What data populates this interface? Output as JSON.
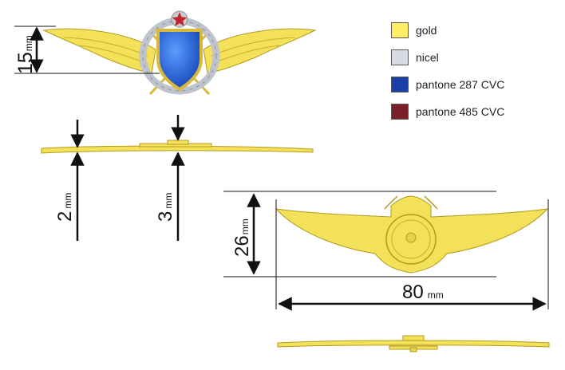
{
  "legend": [
    {
      "label": "gold",
      "color": "#ffee66"
    },
    {
      "label": "nicel",
      "color": "#d8dbe3"
    },
    {
      "label": "pantone 287 CVC",
      "color": "#1b3fa6"
    },
    {
      "label": "pantone 485 CVC",
      "color": "#7a1f27"
    }
  ],
  "dimensions": {
    "badge_height": {
      "value": "15",
      "unit": "mm"
    },
    "wing_thickness": {
      "value": "2",
      "unit": "mm"
    },
    "center_thickness": {
      "value": "3",
      "unit": "mm"
    },
    "back_height": {
      "value": "26",
      "unit": "mm"
    },
    "back_width": {
      "value": "80",
      "unit": "mm"
    }
  },
  "colors": {
    "gold": "#f4e15a",
    "gold_outline": "#b49a1e",
    "shield_blue": "#1e63d6",
    "star_red": "#c0242c",
    "silver": "#c9ccd3",
    "ink": "#111111"
  }
}
